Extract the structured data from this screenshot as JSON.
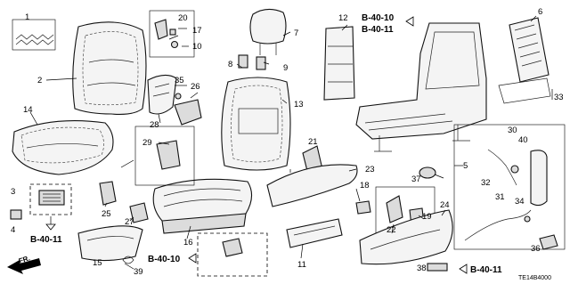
{
  "diagram_code": "TE14B4000",
  "direction_label": "FR.",
  "ref_labels": [
    "B-40-10",
    "B-40-11"
  ],
  "part_numbers": [
    "1",
    "2",
    "3",
    "4",
    "5",
    "6",
    "7",
    "8",
    "9",
    "10",
    "11",
    "12",
    "13",
    "14",
    "15",
    "16",
    "17",
    "18",
    "19",
    "20",
    "21",
    "22",
    "23",
    "24",
    "25",
    "26",
    "27",
    "28",
    "29",
    "30",
    "31",
    "32",
    "33",
    "34",
    "35",
    "36",
    "37",
    "38",
    "39",
    "40"
  ]
}
